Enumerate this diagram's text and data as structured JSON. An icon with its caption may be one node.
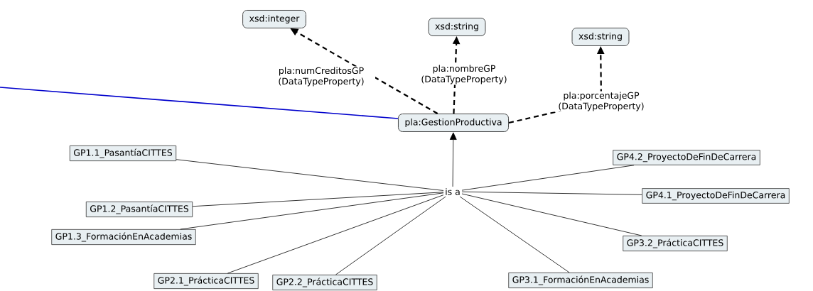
{
  "diagram": {
    "nodes": [
      {
        "text": [
          "xsd:integer"
        ]
      },
      {
        "text": [
          "xsd:string"
        ]
      },
      {
        "text": [
          "xsd:string"
        ]
      },
      {
        "text": [
          "pla:GestionProductiva"
        ]
      },
      {
        "text": [
          "is a"
        ]
      },
      {
        "text": [
          "GP1.1_PasantíaCITTES"
        ]
      },
      {
        "text": [
          "GP1.2_PasantíaCITTES"
        ]
      },
      {
        "text": [
          "GP1.3_FormaciónEnAcademias"
        ]
      },
      {
        "text": [
          "GP2.1_PrácticaCITTES"
        ]
      },
      {
        "text": [
          "GP2.2_PrácticaCITTES"
        ]
      },
      {
        "text": [
          "GP3.1_FormaciónEnAcademias"
        ]
      },
      {
        "text": [
          "GP3.2_PrácticaCITTES"
        ]
      },
      {
        "text": [
          "GP4.1_ProyectoDeFinDeCarrera"
        ]
      },
      {
        "text": [
          "GP4.2_ProyectoDeFinDeCarrera"
        ]
      }
    ],
    "edges": [
      {
        "from": null,
        "to": 3,
        "arrow": "none",
        "color": "#0000cc"
      },
      {
        "from": 3,
        "to": 0,
        "arrow": "to",
        "style": "dashed",
        "label": "pla:numCreditosGP (DataTypeProperty)"
      },
      {
        "from": 3,
        "to": 1,
        "arrow": "to",
        "style": "dashed",
        "label": "pla:nombreGP (DataTypeProperty)"
      },
      {
        "from": 3,
        "to": 2,
        "arrow": "to",
        "style": "dashed",
        "label": "pla:porcentajeGP (DataTypeProperty)"
      },
      {
        "from": 4,
        "to": 3,
        "arrow": "to"
      },
      {
        "from": 5,
        "to": 4,
        "arrow": "none"
      },
      {
        "from": 6,
        "to": 4,
        "arrow": "none"
      },
      {
        "from": 7,
        "to": 4,
        "arrow": "none"
      },
      {
        "from": 8,
        "to": 4,
        "arrow": "none"
      },
      {
        "from": 9,
        "to": 4,
        "arrow": "none"
      },
      {
        "from": 10,
        "to": 4,
        "arrow": "none"
      },
      {
        "from": 11,
        "to": 4,
        "arrow": "none"
      },
      {
        "from": 12,
        "to": 4,
        "arrow": "none"
      },
      {
        "from": 13,
        "to": 4,
        "arrow": "none"
      }
    ]
  }
}
